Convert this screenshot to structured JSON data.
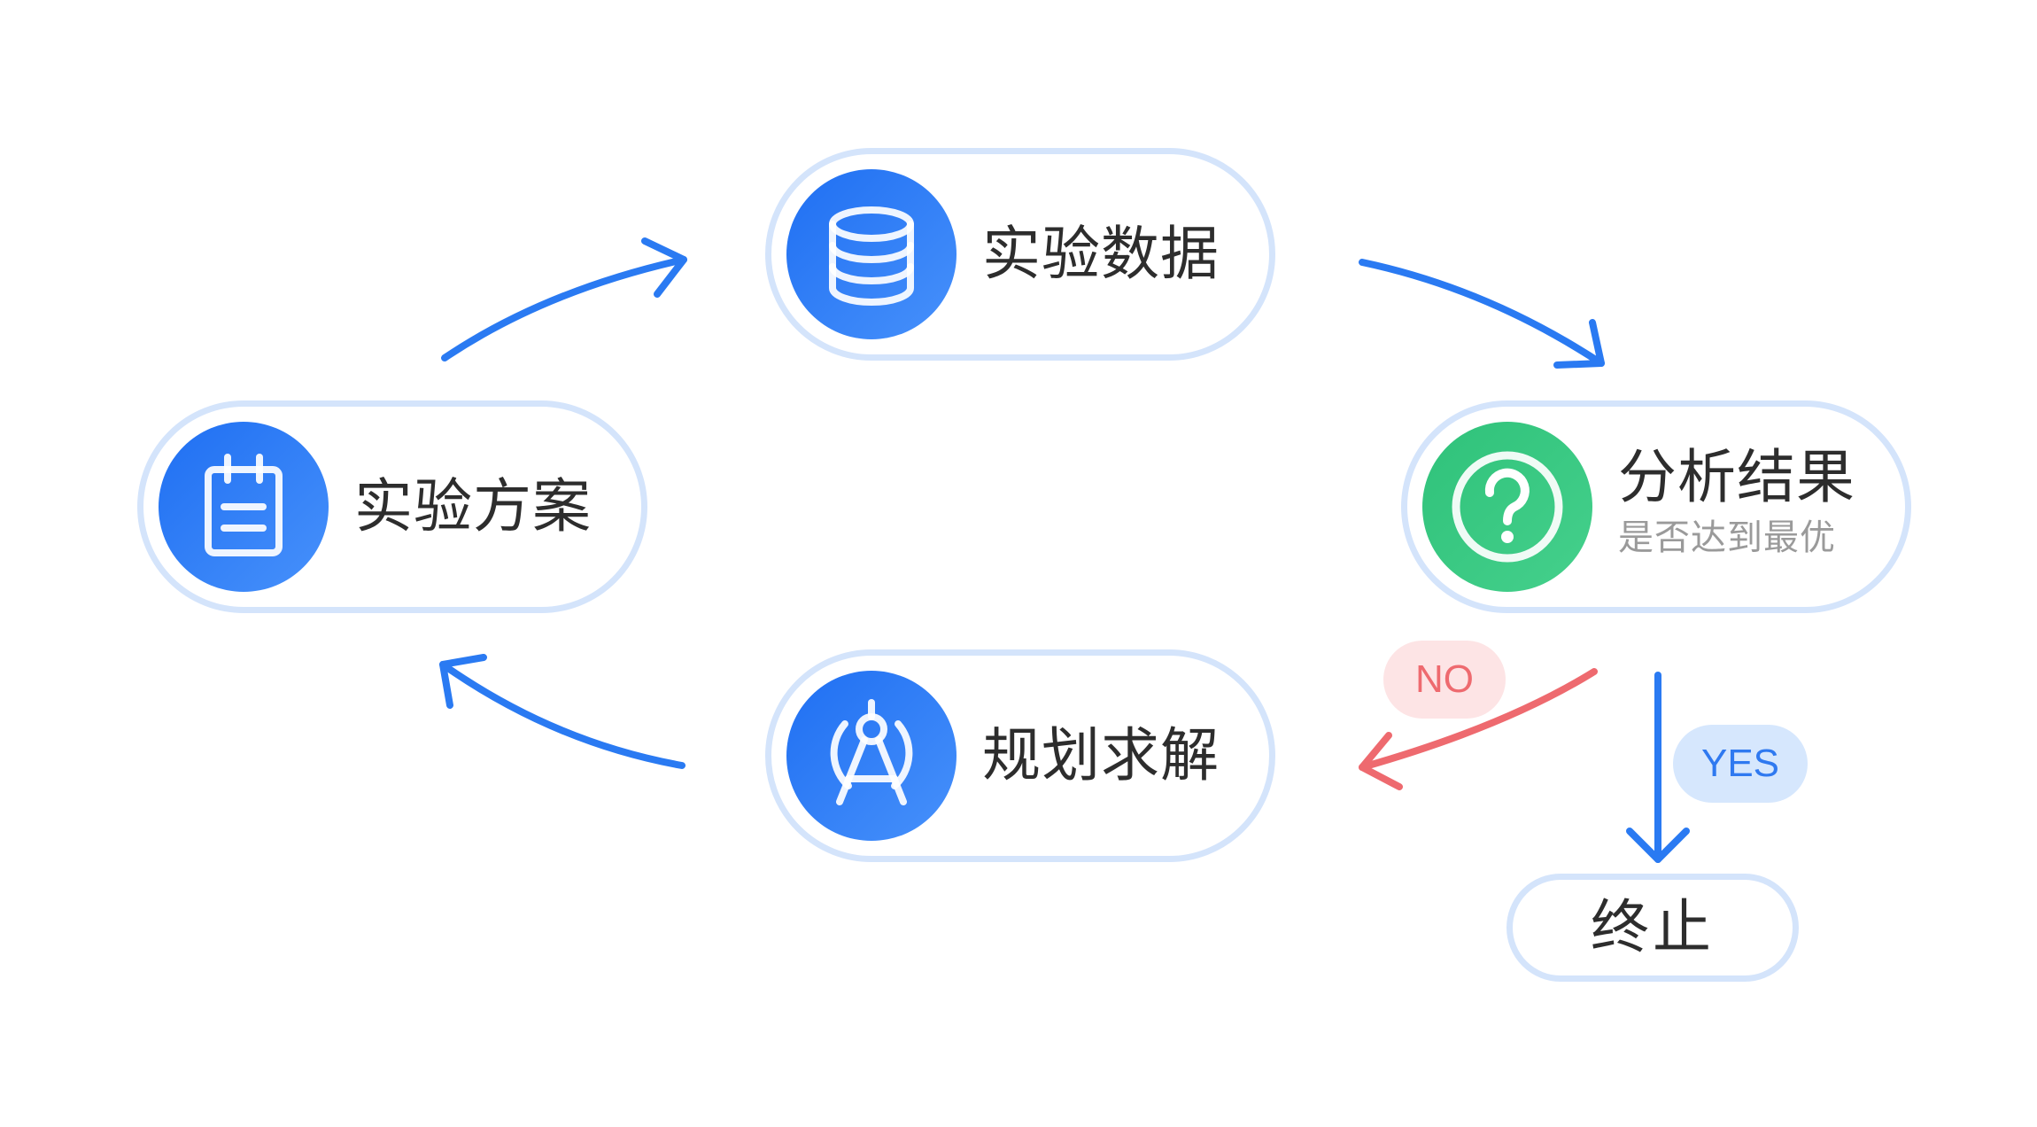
{
  "nodes": {
    "plan": {
      "label": "实验方案",
      "icon": "notepad-icon"
    },
    "data": {
      "label": "实验数据",
      "icon": "database-icon"
    },
    "analyze": {
      "label": "分析结果",
      "sublabel": "是否达到最优",
      "icon": "question-icon"
    },
    "solve": {
      "label": "规划求解",
      "icon": "compass-icon"
    }
  },
  "terminal": {
    "label": "终止"
  },
  "decision": {
    "no_label": "NO",
    "yes_label": "YES"
  },
  "colors": {
    "primary": "#2a7af2",
    "node_border": "#d4e4fb",
    "success": "#3dc886",
    "negative": "#ee6a6f",
    "text": "#2d2d2d",
    "subtext": "#9a9a9a"
  }
}
